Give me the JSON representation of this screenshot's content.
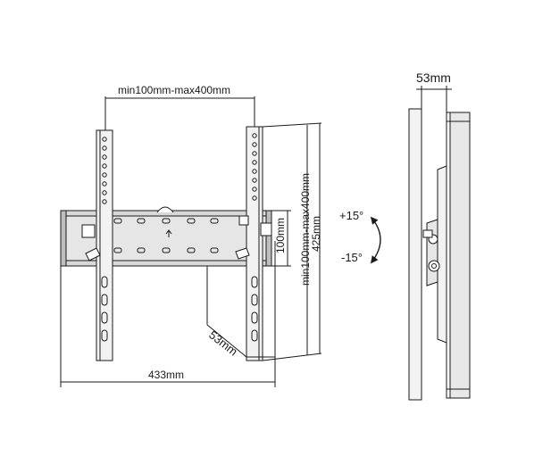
{
  "labels": {
    "front_vesa_width": "min100mm-max400mm",
    "front_total_width": "433mm",
    "front_depth": "53mm",
    "bracket_height": "100mm",
    "vesa_height": "min100mm-max400mm",
    "total_height": "425mm",
    "side_depth": "53mm",
    "tilt_up": "+15°",
    "tilt_down": "-15°"
  },
  "colors": {
    "line": "#1a1a1a",
    "plate": "#d9d9d9",
    "arm": "#f2f2f2"
  }
}
